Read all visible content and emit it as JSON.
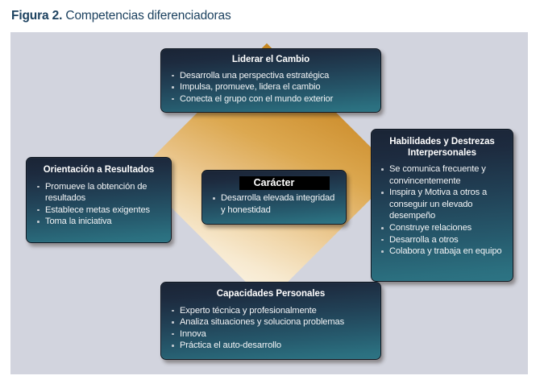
{
  "figure": {
    "label": "Figura 2.",
    "title": "Competencias diferenciadoras"
  },
  "colors": {
    "caption_text": "#1d4260",
    "panel_background": "#d2d4de",
    "diamond_top": "#c5861f",
    "diamond_bottom": "#faf2e2",
    "card_gradient_top": "#1a2435",
    "card_gradient_bottom": "#2d7484",
    "card_text": "#ffffff",
    "redaction_bar": "#000000"
  },
  "diagram": {
    "center_shape": "diamond",
    "nodes": {
      "top": {
        "title": "Liderar el Cambio",
        "bullets": [
          "Desarrolla una perspectiva estratégica",
          "Impulsa, promueve, lidera el cambio",
          "Conecta el grupo con el mundo exterior"
        ]
      },
      "right": {
        "title": "Habilidades y Destrezas Interpersonales",
        "bullets": [
          "Se comunica frecuente y convincentemente",
          "Inspira y Motiva a otros a conseguir un elevado desempeño",
          "Construye relaciones",
          "Desarrolla a otros",
          "Colabora y trabaja en equipo"
        ]
      },
      "left": {
        "title": "Orientación a Resultados",
        "bullets": [
          "Promueve la obtención de resultados",
          "Establece metas exigentes",
          "Toma la iniciativa"
        ]
      },
      "bottom": {
        "title": "Capacidades Personales",
        "bullets": [
          "Experto técnica y profesionalmente",
          "Analiza situaciones y soluciona problemas",
          "Innova",
          "Práctica el auto-desarrollo"
        ]
      },
      "center": {
        "title": "Carácter",
        "bullets": [
          "Desarrolla elevada integridad y honestidad"
        ]
      }
    }
  }
}
